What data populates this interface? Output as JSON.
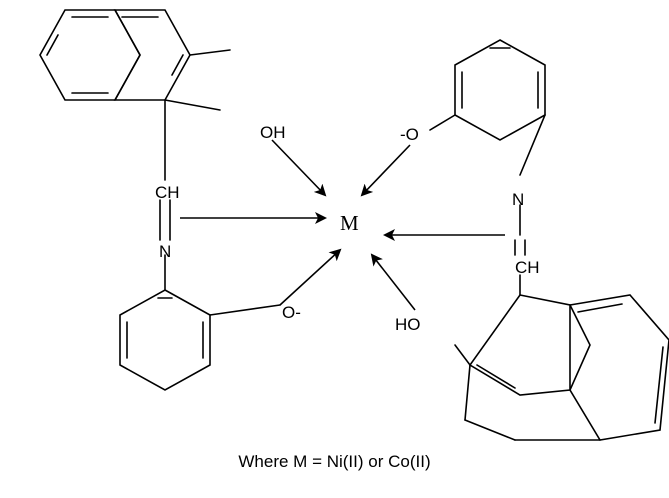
{
  "labels": {
    "metal": "M",
    "oh_top_left": "OH",
    "ch_left": "CH",
    "n_left": "N",
    "o_minus_bottom_left": "O-",
    "o_minus_top_right": "-O",
    "n_right": "N",
    "ch_right": "CH",
    "ho_bottom_right": "HO"
  },
  "caption": "Where M = Ni(II) or Co(II)"
}
